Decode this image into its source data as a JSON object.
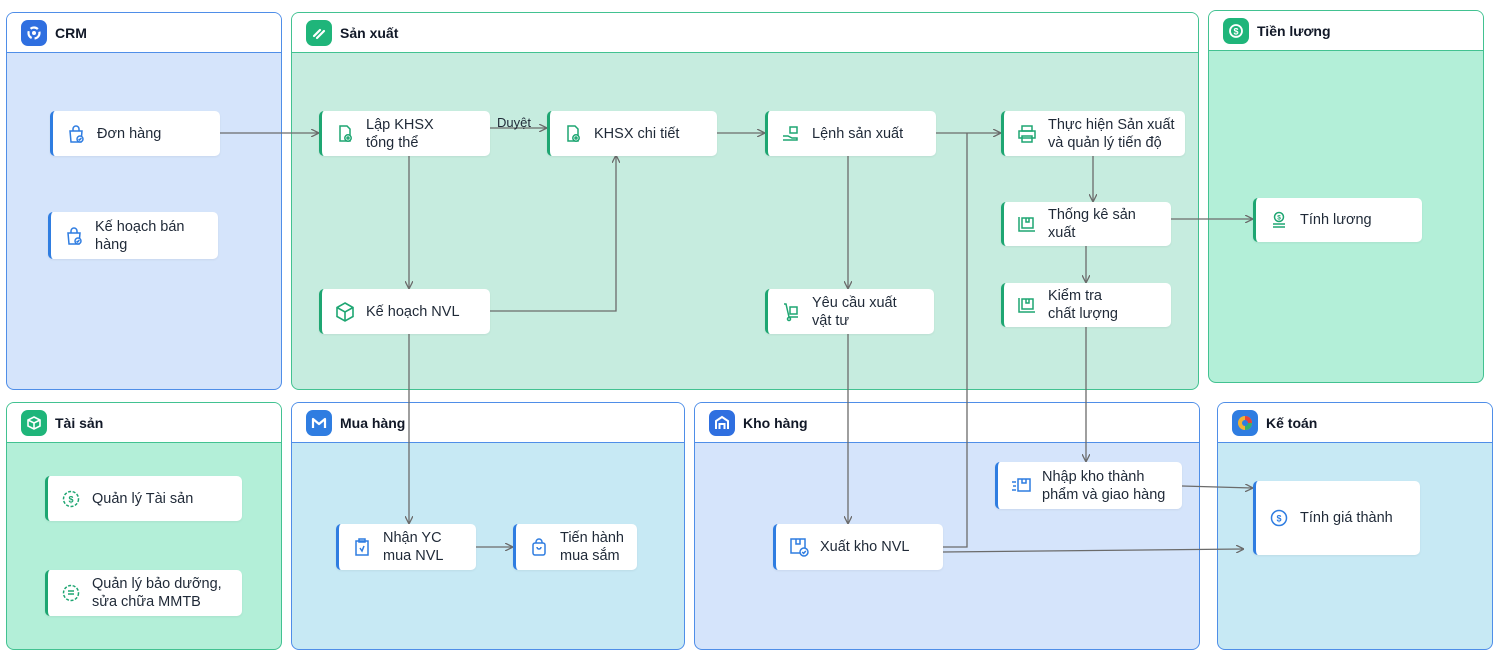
{
  "panels": {
    "crm": {
      "title": "CRM"
    },
    "san_xuat": {
      "title": "Sản xuất"
    },
    "tien_luong": {
      "title": "Tiền lương"
    },
    "tai_san": {
      "title": "Tài sản"
    },
    "mua_hang": {
      "title": "Mua hàng"
    },
    "kho_hang": {
      "title": "Kho hàng"
    },
    "ke_toan": {
      "title": "Kế toán"
    }
  },
  "nodes": {
    "don_hang": "Đơn hàng",
    "ke_hoach_ban_hang": "Kế hoạch bán\nhàng",
    "lap_khsx": "Lập KHSX\ntổng thể",
    "khsx_chi_tiet": "KHSX chi tiết",
    "lenh_san_xuat": "Lệnh sản xuất",
    "thuc_hien_sx": "Thực hiện Sản xuất\nvà quản lý tiến độ",
    "thong_ke_sx": "Thống kê sản\nxuất",
    "kiem_tra_cl": "Kiểm tra\nchất lượng",
    "ke_hoach_nvl": "Kế hoạch NVL",
    "yeu_cau_xuat": "Yêu cầu xuất\nvật tư",
    "tinh_luong": "Tính lương",
    "quan_ly_tai_san": "Quản lý Tài sản",
    "quan_ly_bao_duong": "Quản lý bảo dưỡng,\nsửa chữa MMTB",
    "nhan_yc_mua": "Nhận YC\nmua NVL",
    "tien_hanh_mua": "Tiến hành\nmua sắm",
    "xuat_kho_nvl": "Xuất kho NVL",
    "nhap_kho_tp": "Nhập kho thành\nphẩm và giao hàng",
    "tinh_gia_thanh": "Tính giá thành"
  },
  "edge_labels": {
    "duyet": "Duyệt"
  },
  "colors": {
    "blue_panel": "#d5e4fb",
    "green_panel": "#c6ecdf",
    "mint_panel": "#b3efd8",
    "teal_panel": "#c7e9f4",
    "accent_green": "#1ea672",
    "accent_blue": "#2f7de1",
    "wire": "#6b6b6b"
  }
}
